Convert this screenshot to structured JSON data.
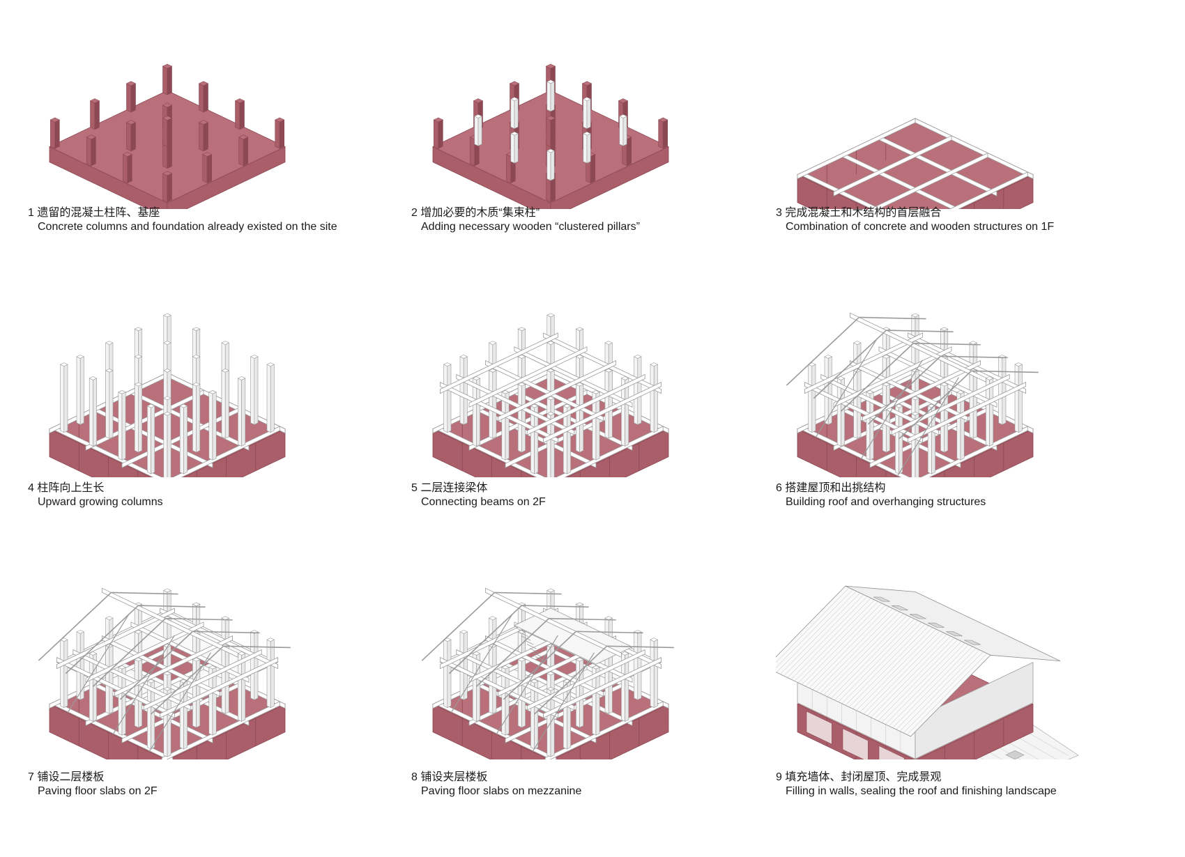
{
  "colors": {
    "concrete_top": "#b9707a",
    "concrete_side": "#a95e69",
    "concrete_edge": "#8c4853",
    "wood_fill": "#ffffff",
    "wood_stroke": "#9a9a9a"
  },
  "steps": [
    {
      "num": "1",
      "zh": "遗留的混凝土柱阵、基座",
      "en": "Concrete columns and foundation already existed on the site"
    },
    {
      "num": "2",
      "zh": "增加必要的木质“集束柱”",
      "en": "Adding necessary wooden “clustered pillars”"
    },
    {
      "num": "3",
      "zh": "完成混凝土和木结构的首层融合",
      "en": "Combination of concrete and wooden structures on 1F"
    },
    {
      "num": "4",
      "zh": "柱阵向上生长",
      "en": "Upward growing columns"
    },
    {
      "num": "5",
      "zh": "二层连接梁体",
      "en": "Connecting beams on 2F"
    },
    {
      "num": "6",
      "zh": "搭建屋顶和出挑结构",
      "en": "Building roof and overhanging structures"
    },
    {
      "num": "7",
      "zh": "铺设二层楼板",
      "en": "Paving floor slabs on 2F"
    },
    {
      "num": "8",
      "zh": "铺设夹层楼板",
      "en": "Paving floor slabs on mezzanine"
    },
    {
      "num": "9",
      "zh": "填充墙体、封闭屋顶、完成景观",
      "en": "Filling in walls, sealing the roof and finishing landscape"
    }
  ]
}
